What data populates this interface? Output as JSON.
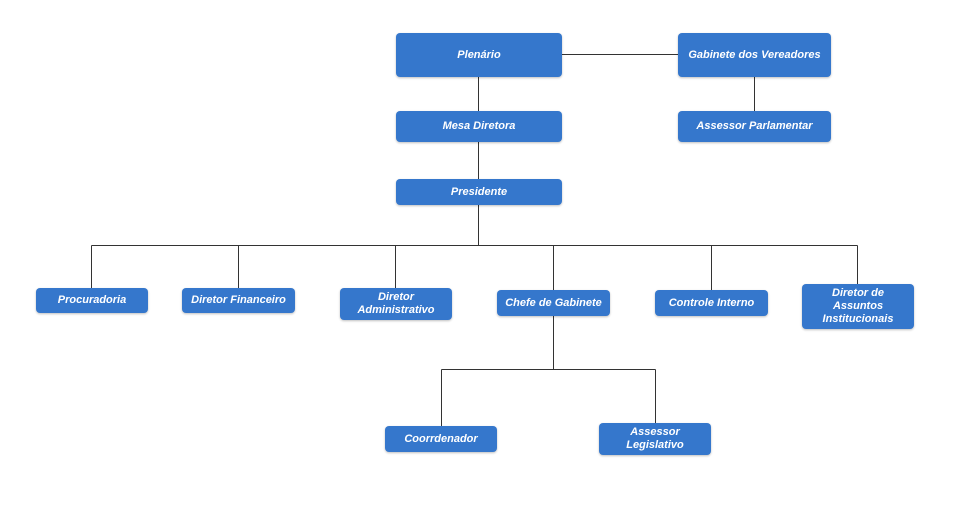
{
  "org_chart": {
    "nodes": {
      "plenario": "Plenário",
      "gabinete_vereadores": "Gabinete dos Vereadores",
      "mesa_diretora": "Mesa Diretora",
      "assessor_parlamentar": "Assessor Parlamentar",
      "presidente": "Presidente",
      "procuradoria": "Procuradoria",
      "diretor_financeiro": "Diretor Financeiro",
      "diretor_administrativo": "Diretor Administrativo",
      "chefe_gabinete": "Chefe de Gabinete",
      "controle_interno": "Controle Interno",
      "diretor_assuntos_institucionais": "Diretor de Assuntos Institucionais",
      "coordenador": "Coorrdenador",
      "assessor_legislativo": "Assessor Legislativo"
    },
    "edges": [
      [
        "plenario",
        "gabinete_vereadores"
      ],
      [
        "gabinete_vereadores",
        "assessor_parlamentar"
      ],
      [
        "plenario",
        "mesa_diretora"
      ],
      [
        "mesa_diretora",
        "presidente"
      ],
      [
        "presidente",
        "procuradoria"
      ],
      [
        "presidente",
        "diretor_financeiro"
      ],
      [
        "presidente",
        "diretor_administrativo"
      ],
      [
        "presidente",
        "chefe_gabinete"
      ],
      [
        "presidente",
        "controle_interno"
      ],
      [
        "presidente",
        "diretor_assuntos_institucionais"
      ],
      [
        "chefe_gabinete",
        "coordenador"
      ],
      [
        "chefe_gabinete",
        "assessor_legislativo"
      ]
    ]
  },
  "colors": {
    "node_fill": "#3577cc",
    "node_text": "#ffffff",
    "connector": "#333333",
    "background": "#ffffff"
  }
}
